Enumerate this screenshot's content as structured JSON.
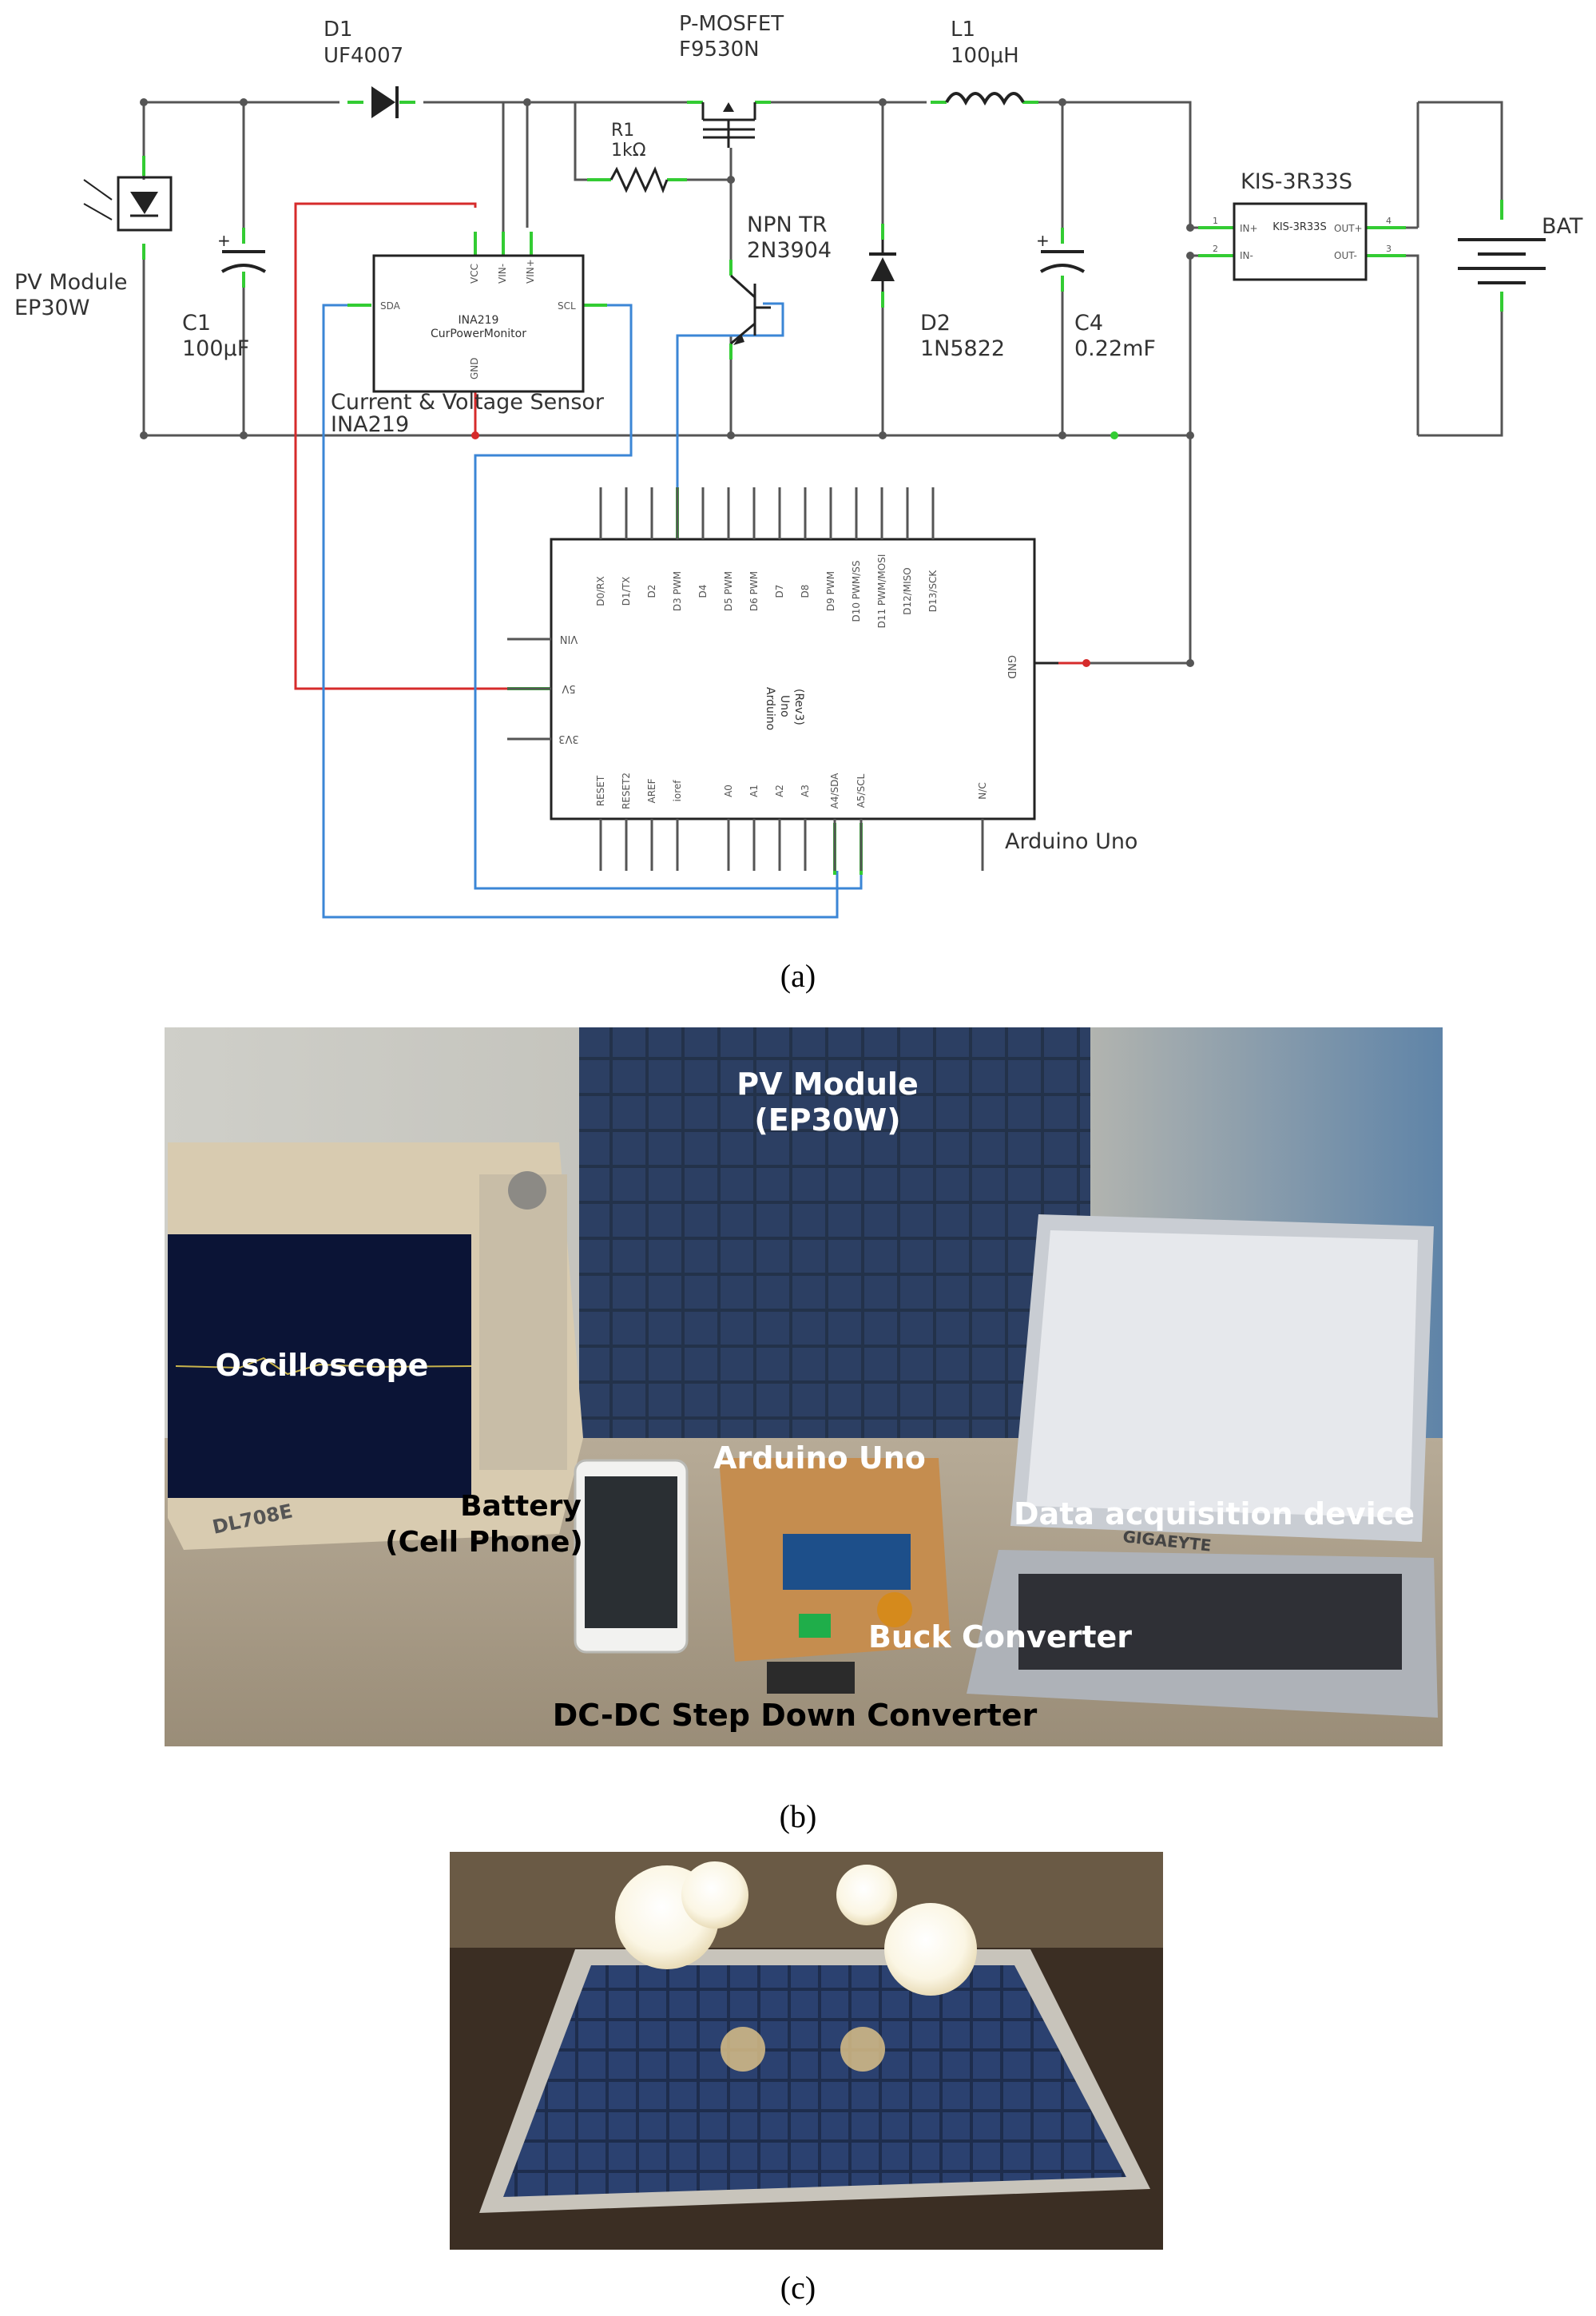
{
  "colors": {
    "wire": "#555555",
    "pin": "#33cc33",
    "vcc_wire": "#d62b2b",
    "signal_wire": "#3b86d6",
    "component": "#222222"
  },
  "schematic": {
    "d1": {
      "ref": "D1",
      "part": "UF4007"
    },
    "mosfet": {
      "ref": "P-MOSFET",
      "part": "F9530N"
    },
    "l1": {
      "ref": "L1",
      "value": "100μH"
    },
    "r1": {
      "ref": "R1",
      "value": "1kΩ"
    },
    "npn": {
      "ref": "NPN TR",
      "part": "2N3904"
    },
    "pv": {
      "name": "PV Module",
      "part": "EP30W"
    },
    "c1": {
      "ref": "C1",
      "value": "100μF"
    },
    "sensor": {
      "chip": "INA219",
      "sub": "CurPowerMonitor",
      "caption_1": "Current & Voltage Sensor",
      "caption_2": "INA219",
      "pins": {
        "vcc": "VCC",
        "vin_minus": "VIN-",
        "vin_plus": "VIN+",
        "sda": "SDA",
        "scl": "SCL",
        "gnd": "GND"
      }
    },
    "d2": {
      "ref": "D2",
      "part": "1N5822"
    },
    "c4": {
      "ref": "C4",
      "value": "0.22mF"
    },
    "kis": {
      "name": "KIS-3R33S",
      "inner": "KIS-3R33S",
      "pins": {
        "in_plus": "IN+",
        "in_minus": "IN-",
        "out_plus": "OUT+",
        "out_minus": "OUT-"
      },
      "pin_nums": {
        "p1": "1",
        "p2": "2",
        "p3": "3",
        "p4": "4"
      }
    },
    "bat": {
      "name": "BAT"
    },
    "arduino": {
      "name": "Arduino Uno",
      "inner_1": "Arduino",
      "inner_2": "Uno",
      "inner_3": "(Rev3)",
      "top_pins": [
        "D0/RX",
        "D1/TX",
        "D2",
        "D3 PWM",
        "D4",
        "D5 PWM",
        "D6 PWM",
        "D7",
        "D8",
        "D9 PWM",
        "D10 PWM/SS",
        "D11 PWM/MOSI",
        "D12/MISO",
        "D13/SCK"
      ],
      "bottom_pins": [
        "RESET",
        "RESET2",
        "AREF",
        "ioref",
        "A0",
        "A1",
        "A2",
        "A3",
        "A4/SDA",
        "A5/SCL",
        "N/C"
      ],
      "left_pins": [
        "VIN",
        "5V",
        "3V3"
      ],
      "right_pins": [
        "GND"
      ]
    },
    "caption": "(a)"
  },
  "photo_b": {
    "labels": {
      "pv": "PV Module",
      "pv_part": "(EP30W)",
      "oscilloscope": "Oscilloscope",
      "battery_1": "Battery",
      "battery_2": "(Cell Phone)",
      "arduino": "Arduino Uno",
      "daq": "Data acquisition device",
      "buck": "Buck Converter",
      "dcdc": "DC-DC Step Down Converter",
      "scope_brand": "DL708E",
      "laptop_brand": "GIGAEYTE"
    },
    "caption": "(b)"
  },
  "photo_c": {
    "caption": "(c)"
  }
}
